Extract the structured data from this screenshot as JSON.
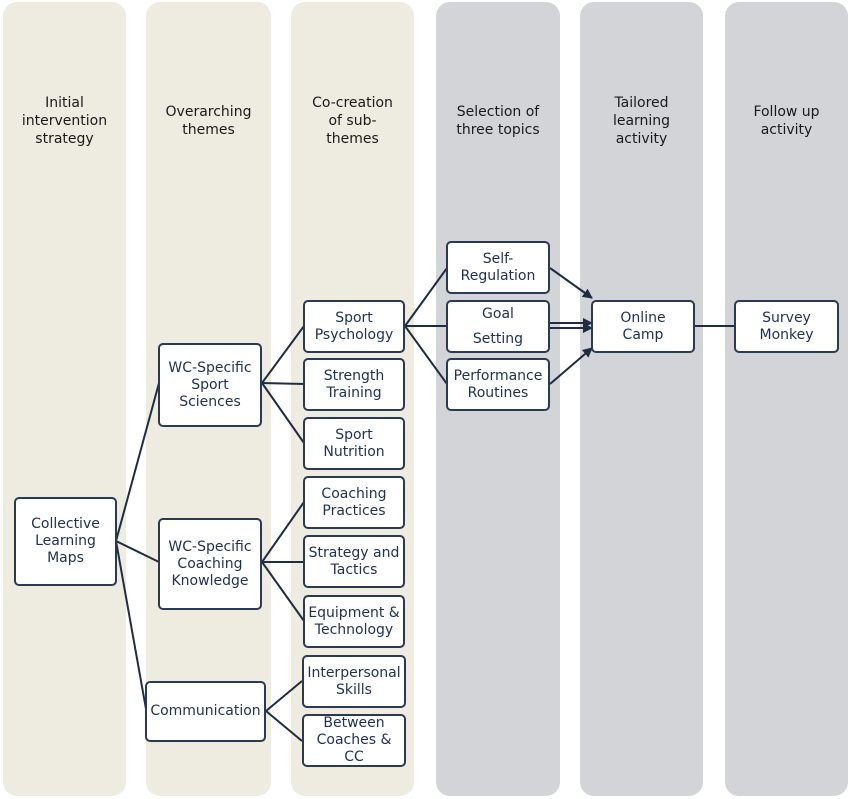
{
  "columns": [
    {
      "id": "col-initial",
      "title": "Initial\nintervention\nstrategy"
    },
    {
      "id": "col-themes",
      "title": "Overarching\nthemes"
    },
    {
      "id": "col-cocreation",
      "title": "Co-creation\nof sub-\nthemes"
    },
    {
      "id": "col-selection",
      "title": "Selection of\nthree topics"
    },
    {
      "id": "col-tailored",
      "title": "Tailored\nlearning\nactivity"
    },
    {
      "id": "col-followup",
      "title": "Follow up\nactivity"
    }
  ],
  "nodes": {
    "collective": "Collective\nLearning\nMaps",
    "wc_sport_sciences": "WC-Specific\nSport\nSciences",
    "wc_coaching_knowledge": "WC-Specific\nCoaching\nKnowledge",
    "communication": "Communication",
    "sport_psychology": "Sport\nPsychology",
    "strength_training": "Strength\nTraining",
    "sport_nutrition": "Sport\nNutrition",
    "coaching_practices": "Coaching\nPractices",
    "strategy_tactics": "Strategy and\nTactics",
    "equipment_technology": "Equipment &\nTechnology",
    "interpersonal_skills": "Interpersonal\nSkills",
    "between_coaches": "Between\nCoaches & CC",
    "self_regulation": "Self-\nRegulation",
    "goal_setting": "Goal\nSetting",
    "performance_routines": "Performance\nRoutines",
    "online_camp": "Online\nCamp",
    "survey_monkey": "Survey\nMonkey"
  },
  "colors": {
    "early_columns": "#eeebe1",
    "late_columns": "#d3d4d8",
    "node_border": "#2a3a52",
    "line": "#1f2d44"
  }
}
